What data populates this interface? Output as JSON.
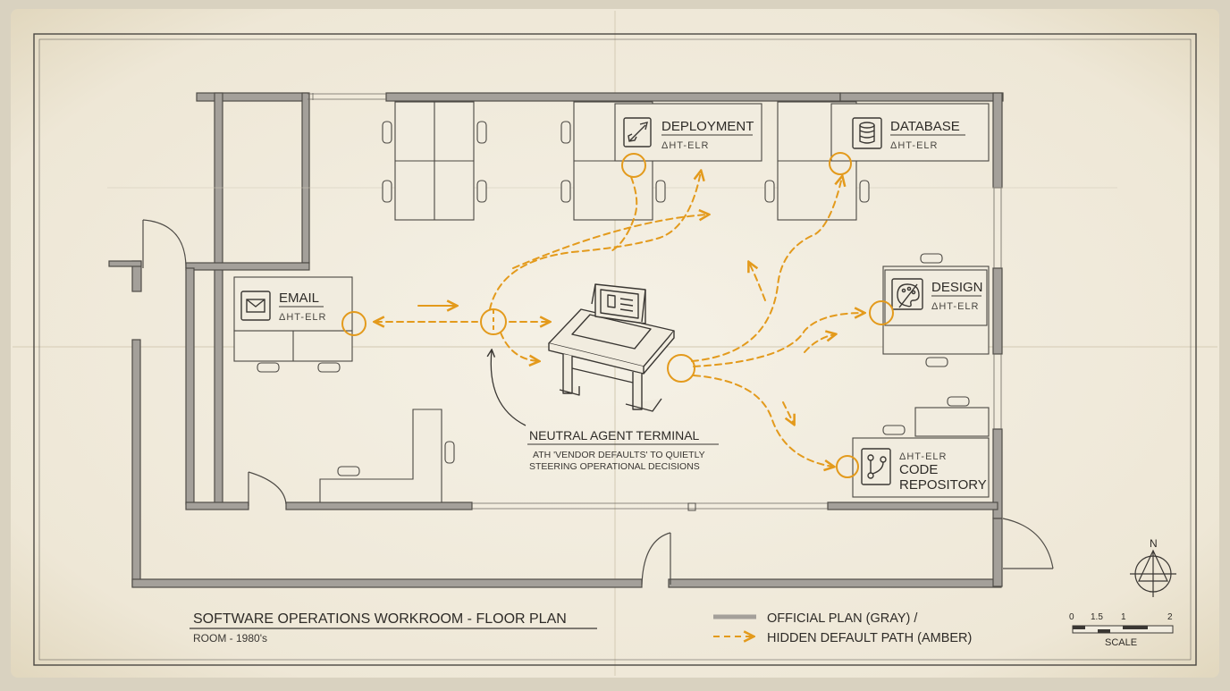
{
  "stations": {
    "deployment": {
      "label": "DEPLOYMENT",
      "code": "ΔHT-ELR",
      "icon": "rocket-icon"
    },
    "database": {
      "label": "DATABASE",
      "code": "ΔHT-ELR",
      "icon": "database-icon"
    },
    "email": {
      "label": "EMAIL",
      "code": "ΔHT-ELR",
      "icon": "envelope-icon"
    },
    "design": {
      "label": "DESIGN",
      "code": "ΔHT-ELR",
      "icon": "palette-icon"
    },
    "code_repository": {
      "code": "ΔHT-ELR",
      "label_line1": "CODE",
      "label_line2": "REPOSITORY",
      "icon": "git-branch-icon"
    }
  },
  "terminal": {
    "title": "NEUTRAL AGENT TERMINAL",
    "note_line1": "ATH 'VENDOR DEFAULTS' TO QUIETLY",
    "note_line2": "STEERING OPERATIONAL DECISIONS",
    "icon": "drafting-terminal-icon"
  },
  "title_block": {
    "title": "SOFTWARE OPERATIONS WORKROOM - FLOOR PLAN",
    "subtitle": "ROOM - 1980's"
  },
  "legend": {
    "official": "OFFICIAL PLAN (GRAY) /",
    "hidden": "HIDDEN DEFAULT PATH (AMBER)"
  },
  "compass": {
    "label": "N",
    "icon": "compass-icon"
  },
  "scale": {
    "ticks": [
      "0",
      "1.5",
      "1",
      "2"
    ],
    "label": "SCALE"
  },
  "colors": {
    "paper": "#f1ecdf",
    "ink": "#3a3733",
    "wall": "#9c9893",
    "amber": "#e39a1c"
  }
}
